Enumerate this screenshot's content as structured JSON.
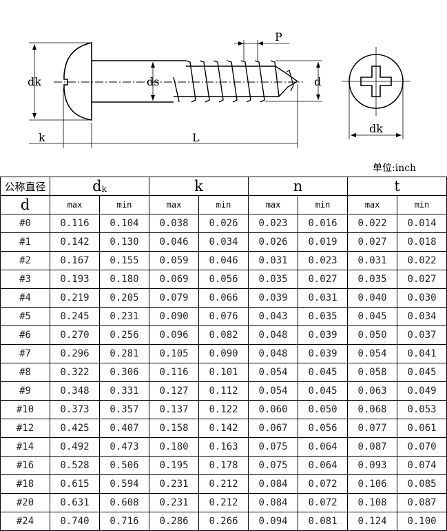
{
  "drawing": {
    "labels": {
      "dk_side": "dk",
      "ds": "ds",
      "k": "k",
      "L": "L",
      "P": "P",
      "d": "d",
      "dk_top": "dk"
    },
    "unit_label": "单位:inch"
  },
  "table": {
    "header": {
      "nominal_cn": "公称直径",
      "nominal_d": "d",
      "groups": [
        {
          "label": "d",
          "sub": "k"
        },
        {
          "label": "k",
          "sub": ""
        },
        {
          "label": "n",
          "sub": ""
        },
        {
          "label": "t",
          "sub": ""
        }
      ],
      "subcols": [
        "max",
        "min",
        "max",
        "min",
        "max",
        "min",
        "max",
        "min"
      ]
    },
    "rows": [
      {
        "size": "#0",
        "values": [
          "0.116",
          "0.104",
          "0.038",
          "0.026",
          "0.023",
          "0.016",
          "0.022",
          "0.014"
        ]
      },
      {
        "size": "#1",
        "values": [
          "0.142",
          "0.130",
          "0.046",
          "0.034",
          "0.026",
          "0.019",
          "0.027",
          "0.018"
        ]
      },
      {
        "size": "#2",
        "values": [
          "0.167",
          "0.155",
          "0.059",
          "0.046",
          "0.031",
          "0.023",
          "0.031",
          "0.022"
        ]
      },
      {
        "size": "#3",
        "values": [
          "0.193",
          "0.180",
          "0.069",
          "0.056",
          "0.035",
          "0.027",
          "0.035",
          "0.027"
        ]
      },
      {
        "size": "#4",
        "values": [
          "0.219",
          "0.205",
          "0.079",
          "0.066",
          "0.039",
          "0.031",
          "0.040",
          "0.030"
        ]
      },
      {
        "size": "#5",
        "values": [
          "0.245",
          "0.231",
          "0.090",
          "0.076",
          "0.043",
          "0.035",
          "0.045",
          "0.034"
        ]
      },
      {
        "size": "#6",
        "values": [
          "0.270",
          "0.256",
          "0.096",
          "0.082",
          "0.048",
          "0.039",
          "0.050",
          "0.037"
        ]
      },
      {
        "size": "#7",
        "values": [
          "0.296",
          "0.281",
          "0.105",
          "0.090",
          "0.048",
          "0.039",
          "0.054",
          "0.041"
        ]
      },
      {
        "size": "#8",
        "values": [
          "0.322",
          "0.306",
          "0.116",
          "0.101",
          "0.054",
          "0.045",
          "0.058",
          "0.045"
        ]
      },
      {
        "size": "#9",
        "values": [
          "0.348",
          "0.331",
          "0.127",
          "0.112",
          "0.054",
          "0.045",
          "0.063",
          "0.049"
        ]
      },
      {
        "size": "#10",
        "values": [
          "0.373",
          "0.357",
          "0.137",
          "0.122",
          "0.060",
          "0.050",
          "0.068",
          "0.053"
        ]
      },
      {
        "size": "#12",
        "values": [
          "0.425",
          "0.407",
          "0.158",
          "0.142",
          "0.067",
          "0.056",
          "0.077",
          "0.061"
        ]
      },
      {
        "size": "#14",
        "values": [
          "0.492",
          "0.473",
          "0.180",
          "0.163",
          "0.075",
          "0.064",
          "0.087",
          "0.070"
        ]
      },
      {
        "size": "#16",
        "values": [
          "0.528",
          "0.506",
          "0.195",
          "0.178",
          "0.075",
          "0.064",
          "0.093",
          "0.074"
        ]
      },
      {
        "size": "#18",
        "values": [
          "0.615",
          "0.594",
          "0.231",
          "0.212",
          "0.084",
          "0.072",
          "0.106",
          "0.085"
        ]
      },
      {
        "size": "#20",
        "values": [
          "0.631",
          "0.608",
          "0.231",
          "0.212",
          "0.084",
          "0.072",
          "0.108",
          "0.087"
        ]
      },
      {
        "size": "#24",
        "values": [
          "0.740",
          "0.716",
          "0.286",
          "0.266",
          "0.094",
          "0.081",
          "0.124",
          "0.100"
        ]
      }
    ]
  }
}
